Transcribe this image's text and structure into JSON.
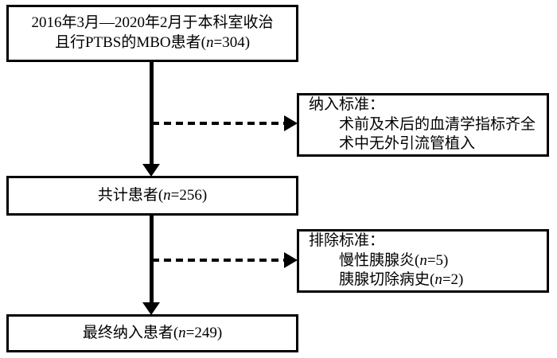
{
  "diagram": {
    "type": "flowchart",
    "title": "Patient screening and enrollment flowchart",
    "nodes": {
      "screened": {
        "name": "screened-patients",
        "lines": [
          "2016年3月—2020年2月于本科室收治",
          "且行PTBS的MBO患者(n=304)"
        ],
        "line1": "2016年3月—2020年2月于本科室收治",
        "line2_prefix": "且行PTBS的MBO患者(",
        "line2_italic": "n",
        "line2_suffix": "=304)",
        "count": 304
      },
      "inclusion": {
        "name": "inclusion-criteria",
        "header": "纳入标准：",
        "items": [
          "术前及术后的血清学指标齐全",
          "术中无外引流管植入"
        ],
        "item1": "术前及术后的血清学指标齐全",
        "item2": "术中无外引流管植入"
      },
      "total": {
        "name": "total-patients",
        "prefix": "共计患者(",
        "italic": "n",
        "suffix": "=256)",
        "count": 256
      },
      "exclusion": {
        "name": "exclusion-criteria",
        "header": "排除标准：",
        "item1_prefix": "慢性胰腺炎(",
        "item1_italic": "n",
        "item1_suffix": "=5)",
        "item1_count": 5,
        "item2_prefix": "胰腺切除病史(",
        "item2_italic": "n",
        "item2_suffix": "=2)",
        "item2_count": 2
      },
      "final": {
        "name": "final-enrolled-patients",
        "prefix": "最终纳入患者(",
        "italic": "n",
        "suffix": "=249)",
        "count": 249
      }
    },
    "colors": {
      "stroke": "#000000",
      "fill": "#ffffff",
      "text": "#000000"
    }
  }
}
